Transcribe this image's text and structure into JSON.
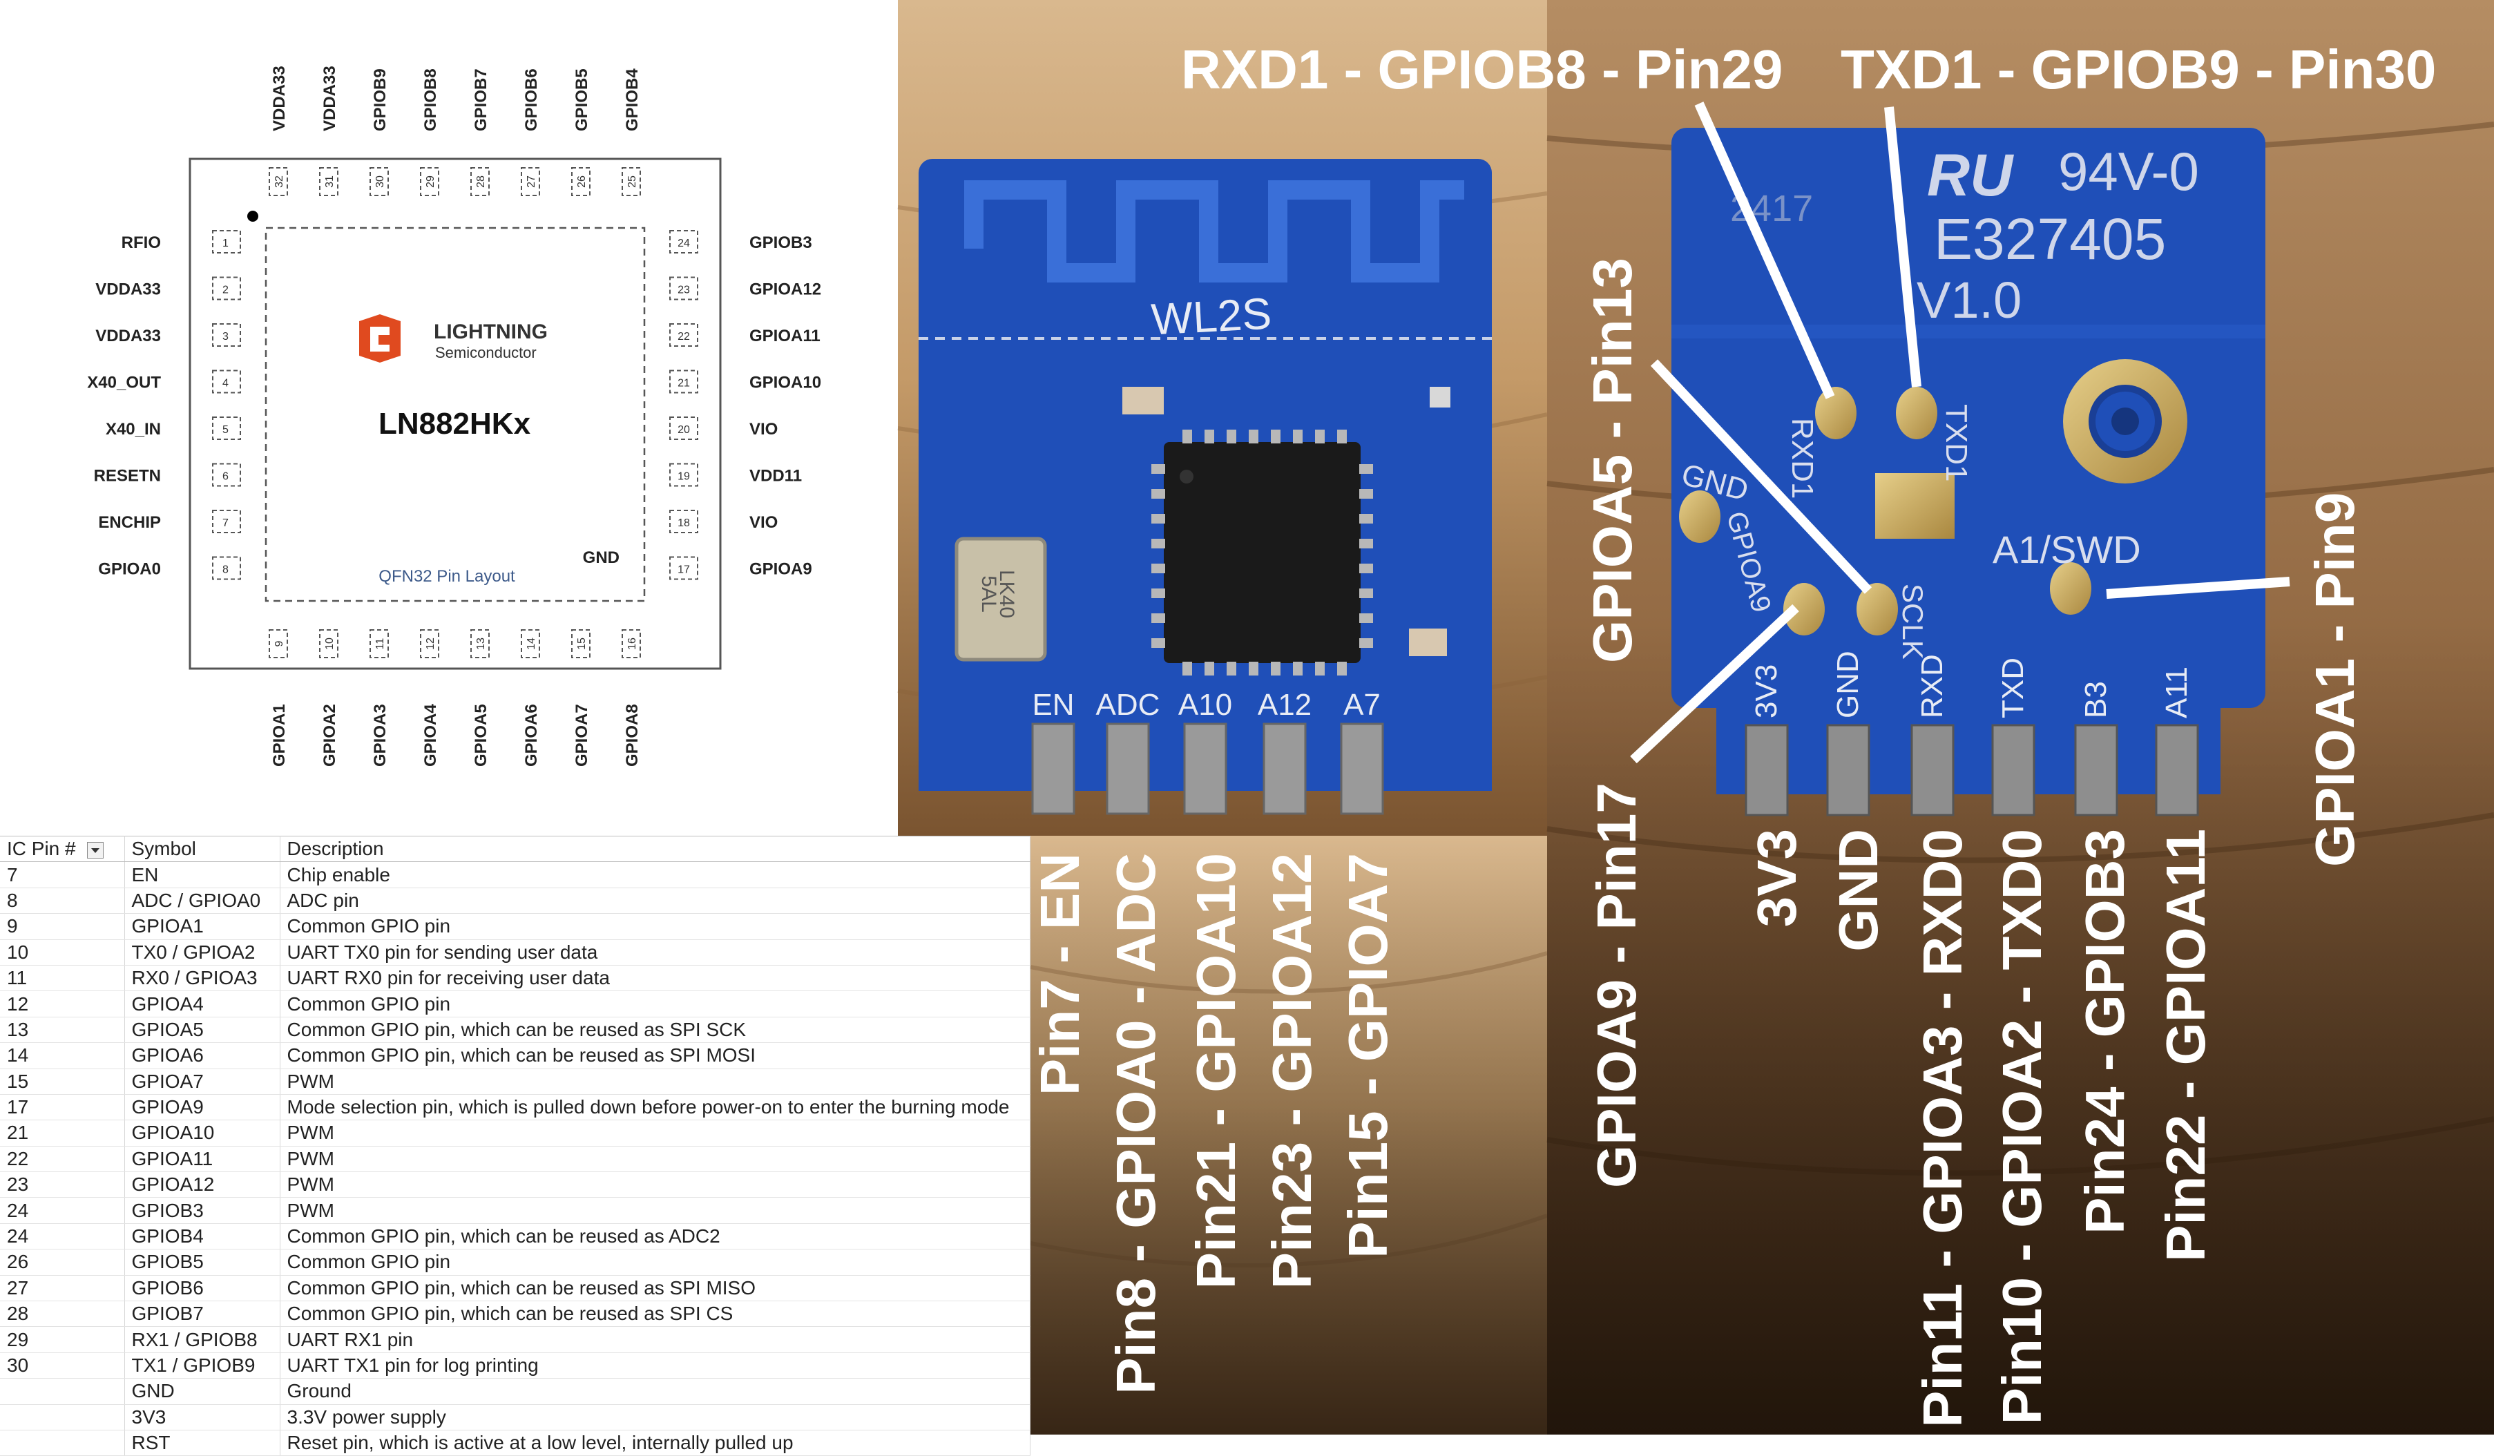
{
  "chip_diagram": {
    "part_number": "LN882HKx",
    "brand_name": "LIGHTNING",
    "brand_sub": "Semiconductor",
    "package_label": "QFN32 Pin Layout",
    "center_pad_label": "GND",
    "left_pins": [
      {
        "num": "1",
        "name": "RFIO"
      },
      {
        "num": "2",
        "name": "VDDA33"
      },
      {
        "num": "3",
        "name": "VDDA33"
      },
      {
        "num": "4",
        "name": "X40_OUT"
      },
      {
        "num": "5",
        "name": "X40_IN"
      },
      {
        "num": "6",
        "name": "RESETN"
      },
      {
        "num": "7",
        "name": "ENCHIP"
      },
      {
        "num": "8",
        "name": "GPIOA0"
      }
    ],
    "right_pins": [
      {
        "num": "24",
        "name": "GPIOB3"
      },
      {
        "num": "23",
        "name": "GPIOA12"
      },
      {
        "num": "22",
        "name": "GPIOA11"
      },
      {
        "num": "21",
        "name": "GPIOA10"
      },
      {
        "num": "20",
        "name": "VIO"
      },
      {
        "num": "19",
        "name": "VDD11"
      },
      {
        "num": "18",
        "name": "VIO"
      },
      {
        "num": "17",
        "name": "GPIOA9"
      }
    ],
    "top_pins": [
      {
        "num": "32",
        "name": "VDDA33"
      },
      {
        "num": "31",
        "name": "VDDA33"
      },
      {
        "num": "30",
        "name": "GPIOB9"
      },
      {
        "num": "29",
        "name": "GPIOB8"
      },
      {
        "num": "28",
        "name": "GPIOB7"
      },
      {
        "num": "27",
        "name": "GPIOB6"
      },
      {
        "num": "26",
        "name": "GPIOB5"
      },
      {
        "num": "25",
        "name": "GPIOB4"
      }
    ],
    "bottom_pins": [
      {
        "num": "9",
        "name": "GPIOA1"
      },
      {
        "num": "10",
        "name": "GPIOA2"
      },
      {
        "num": "11",
        "name": "GPIOA3"
      },
      {
        "num": "12",
        "name": "GPIOA4"
      },
      {
        "num": "13",
        "name": "GPIOA5"
      },
      {
        "num": "14",
        "name": "GPIOA6"
      },
      {
        "num": "15",
        "name": "GPIOA7"
      },
      {
        "num": "16",
        "name": "GPIOA8"
      }
    ]
  },
  "pin_table": {
    "headers": [
      "IC Pin #",
      "Symbol",
      "Description"
    ],
    "rows": [
      [
        "7",
        "EN",
        "Chip enable"
      ],
      [
        "8",
        "ADC / GPIOA0",
        "ADC pin"
      ],
      [
        "9",
        "GPIOA1",
        "Common GPIO pin"
      ],
      [
        "10",
        "TX0 / GPIOA2",
        "UART  TX0 pin for sending user data"
      ],
      [
        "11",
        "RX0 / GPIOA3",
        "UART  RX0 pin for receiving user data"
      ],
      [
        "12",
        "GPIOA4",
        "Common GPIO pin"
      ],
      [
        "13",
        "GPIOA5",
        "Common GPIO pin, which can be reused as SPI  SCK"
      ],
      [
        "14",
        "GPIOA6",
        "Common GPIO pin, which can be reused as SPI  MOSI"
      ],
      [
        "15",
        "GPIOA7",
        "PWM"
      ],
      [
        "17",
        "GPIOA9",
        "Mode selection pin, which is pulled down before power-on to enter the burning mode"
      ],
      [
        "21",
        "GPIOA10",
        "PWM"
      ],
      [
        "22",
        "GPIOA11",
        "PWM"
      ],
      [
        "23",
        "GPIOA12",
        "PWM"
      ],
      [
        "24",
        "GPIOB3",
        "PWM"
      ],
      [
        "24",
        "GPIOB4",
        "Common GPIO pin, which can be reused as ADC2"
      ],
      [
        "26",
        "GPIOB5",
        "Common GPIO pin"
      ],
      [
        "27",
        "GPIOB6",
        "Common GPIO pin, which can be reused as SPI  MISO"
      ],
      [
        "28",
        "GPIOB7",
        "Common GPIO pin, which can be reused as SPI  CS"
      ],
      [
        "29",
        "RX1 / GPIOB8",
        "UART  RX1 pin"
      ],
      [
        "30",
        "TX1 / GPIOB9",
        "UART  TX1 pin for log printing"
      ],
      [
        "",
        "GND",
        "Ground"
      ],
      [
        "",
        "3V3",
        "3.3V power supply"
      ],
      [
        "",
        "RST",
        "Reset pin, which is active at a low level, internally pulled up"
      ]
    ]
  },
  "module_front": {
    "antenna_label": "WL2S",
    "crystal_line1": "LK40",
    "crystal_line2": "5AL",
    "edge_labels": [
      "EN",
      "ADC",
      "A10",
      "A12",
      "A7"
    ],
    "pin_labels": [
      "Pin7 - EN",
      "Pin8 - GPIOA0 - ADC",
      "Pin21 - GPIOA10",
      "Pin23 - GPIOA12",
      "Pin15 - GPIOA7"
    ]
  },
  "module_back": {
    "ul_mark": "94V-0",
    "cert_code": "E327405",
    "date_code": "2417",
    "version": "V1.0",
    "pad_labels": {
      "rxd1": "RXD1",
      "txd1": "TXD1",
      "gnd": "GND",
      "gpioa9": "GPIOA9",
      "sclk": "SCLK",
      "a1swd": "A1/SWD"
    },
    "edge_labels": [
      "3V3",
      "GND",
      "RXD",
      "TXD",
      "B3",
      "A11"
    ],
    "callouts": {
      "rxd1": "RXD1 - GPIOB8 - Pin29",
      "txd1": "TXD1 - GPIOB9 - Pin30",
      "gpioa5": "GPIOA5 - Pin13",
      "gpioa9": "GPIOA9 - Pin17",
      "gpioa1": "GPIOA1 - Pin9"
    },
    "pin_labels": [
      "3V3",
      "GND",
      "Pin11 - GPIOA3 - RXD0",
      "Pin10 - GPIOA2 - TXD0",
      "Pin24 - GPIOB3",
      "Pin22 - GPIOA11"
    ]
  },
  "colors": {
    "pcb_blue": "#1f4fb8",
    "pcb_dark": "#123a8c",
    "gold": "#c8a85a",
    "wood_light": "#c9a57a",
    "wood_dark": "#6e4a2a",
    "chip_red": "#e04a1f"
  }
}
